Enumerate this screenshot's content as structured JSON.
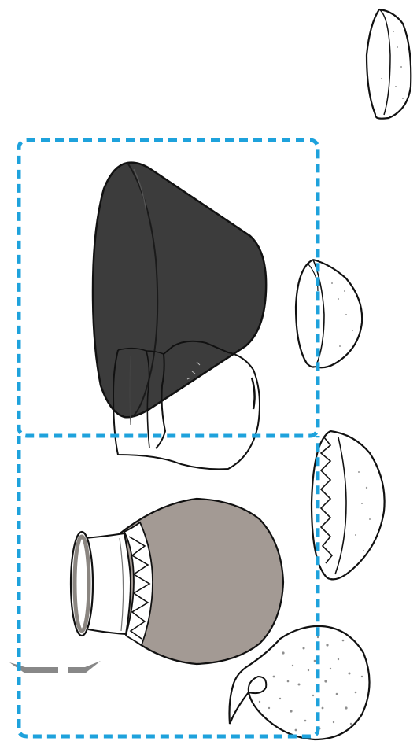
{
  "illustration": {
    "colors": {
      "background": "#ffffff",
      "frame_dash": "#1ea2dc",
      "outline": "#111111",
      "dark_bowl_fill": "#3c3c3c",
      "vase_body_fill": "#a39a94",
      "speckle": "#9a9a9a",
      "arrow_fill": "#888888"
    },
    "objects": [
      {
        "name": "small-bowl",
        "framed": false
      },
      {
        "name": "dark-conical-bowl",
        "framed": true
      },
      {
        "name": "broken-jar",
        "framed": true
      },
      {
        "name": "hemispherical-bowl",
        "framed": false
      },
      {
        "name": "zigzag-bowl",
        "framed": false
      },
      {
        "name": "vase",
        "framed": true
      },
      {
        "name": "speckled-pitcher",
        "framed": false
      },
      {
        "name": "bracket-arrows",
        "framed": false
      }
    ]
  }
}
